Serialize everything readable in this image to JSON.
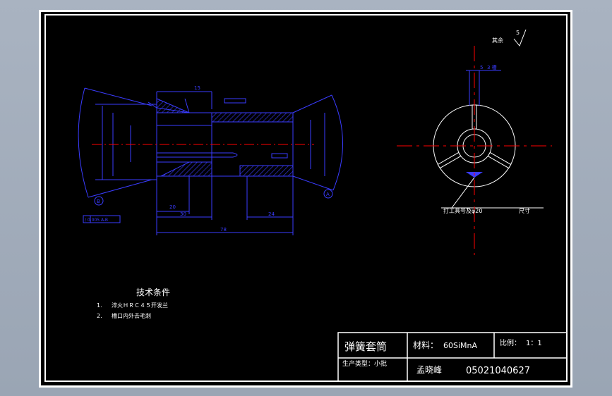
{
  "drawing": {
    "notes_title": "技术条件",
    "note_1_num": "1.",
    "note_1": "淬火ＨＲＣ４５开发兰",
    "note_2_num": "2.",
    "note_2": "槽口内外去毛刺",
    "dims": {
      "d15": "15",
      "d20": "20",
      "d30": "30",
      "d24": "24",
      "d78": "78",
      "d5": "5",
      "slot": "3 槽",
      "roughness_other": "其余",
      "roughness_value": "5",
      "engrave": "打工具号及φ20",
      "size": "尺寸",
      "tolerance": "/ 0.005  A-B",
      "datum_b": "B",
      "datum_a": "A"
    }
  },
  "title_block": {
    "part_name": "弹簧套筒",
    "material_label": "材料：",
    "material_value": "60SiMnA",
    "scale_label": "比例：",
    "scale_value": "1：1",
    "production_label": "生产类型：小批",
    "designer": "孟晓峰",
    "number": "05021040627"
  },
  "colors": {
    "line_blue": "#3a3cff",
    "center_red": "#ff0000",
    "line_white": "#ffffff",
    "background": "#000000"
  }
}
